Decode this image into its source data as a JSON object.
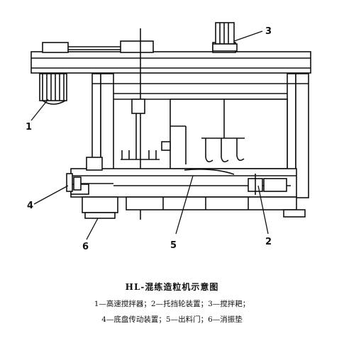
{
  "figure": {
    "title": "HL-混练造粒机示意图",
    "legend_line1": "1—高速搅拌器；2—托挡轮装置；3—搅拌耙；",
    "legend_line2": "4—底盘传动装置；5—出料门；6—消振垫"
  },
  "labels": {
    "n1": "1",
    "n2": "2",
    "n3": "3",
    "n4": "4",
    "n5": "5",
    "n6": "6"
  }
}
